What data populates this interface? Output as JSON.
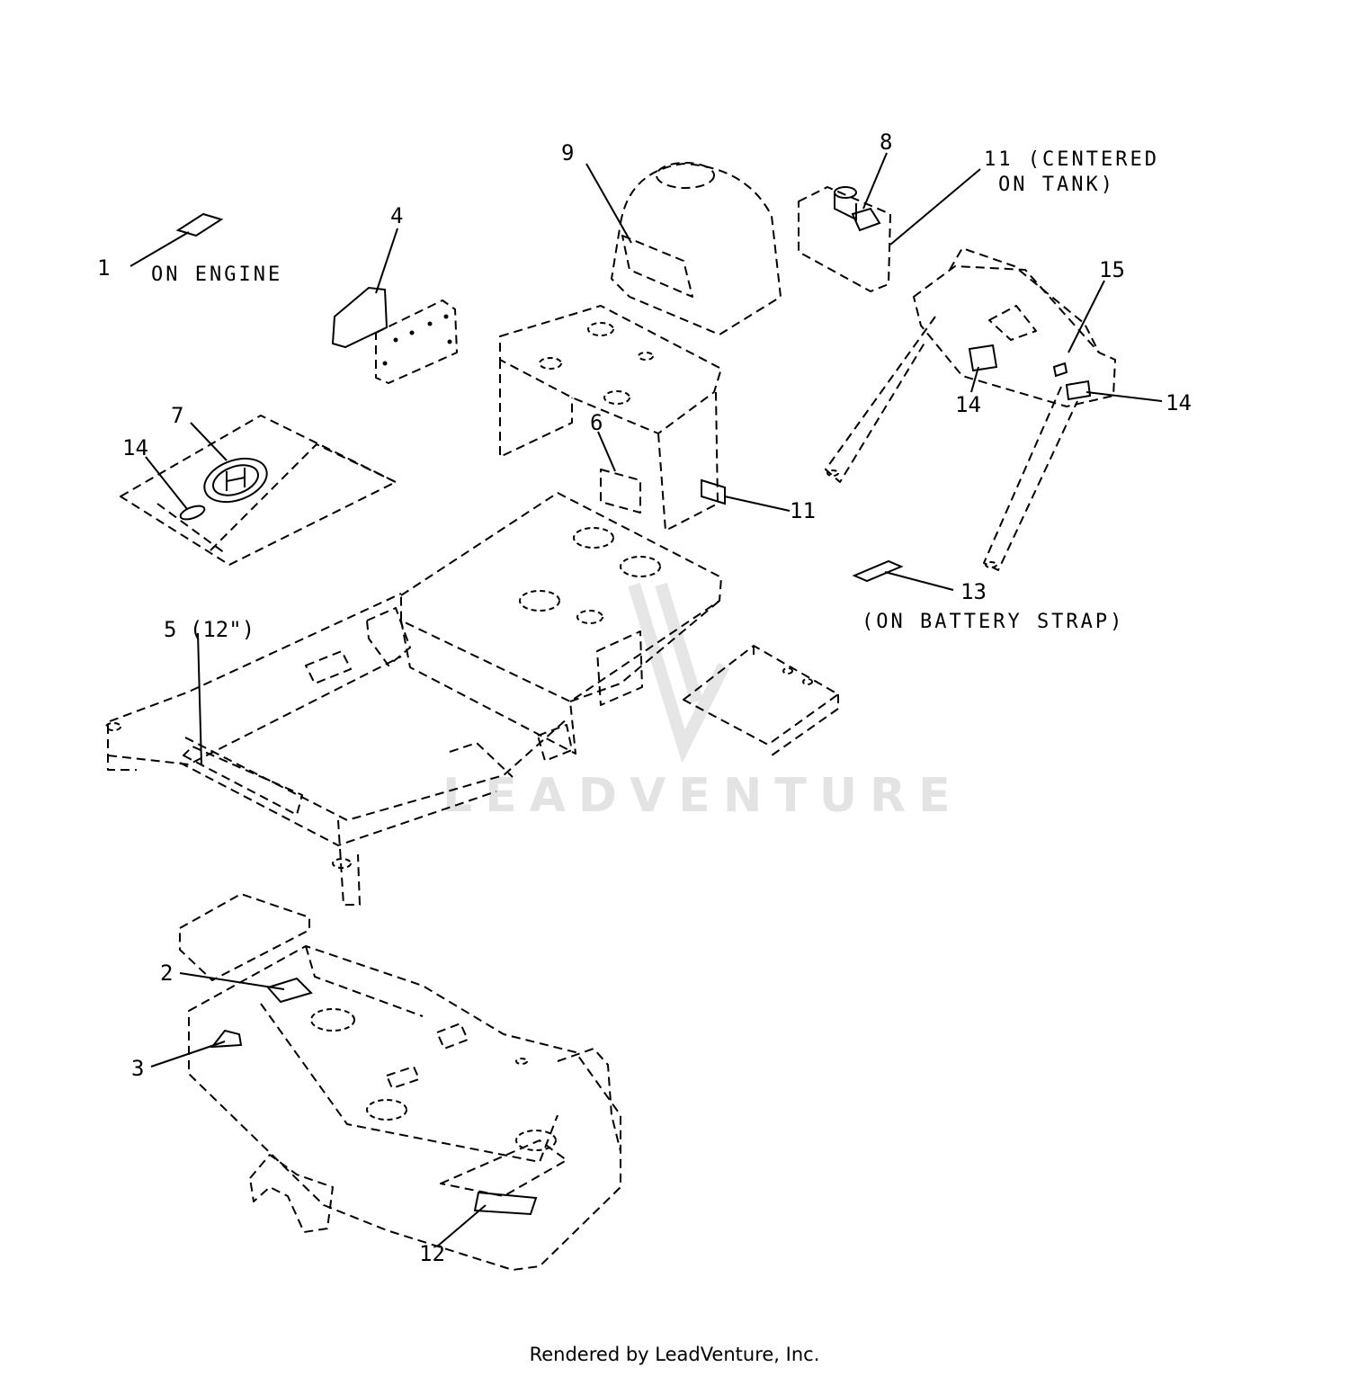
{
  "callouts": {
    "c1": "1",
    "c1_note": "ON ENGINE",
    "c2": "2",
    "c3": "3",
    "c4": "4",
    "c5": "5 (12\")",
    "c6": "6",
    "c7": "7",
    "c8": "8",
    "c9": "9",
    "c11_tank_line1": "11 (CENTERED",
    "c11_tank_line2": "ON TANK)",
    "c11": "11",
    "c12": "12",
    "c13": "13",
    "c13_note": "(ON BATTERY STRAP)",
    "c14_hood": "14",
    "c14_rops_left": "14",
    "c14_rops_right": "14",
    "c15": "15"
  },
  "watermark": "LEADVENTURE",
  "footer": "Rendered by LeadVenture, Inc."
}
